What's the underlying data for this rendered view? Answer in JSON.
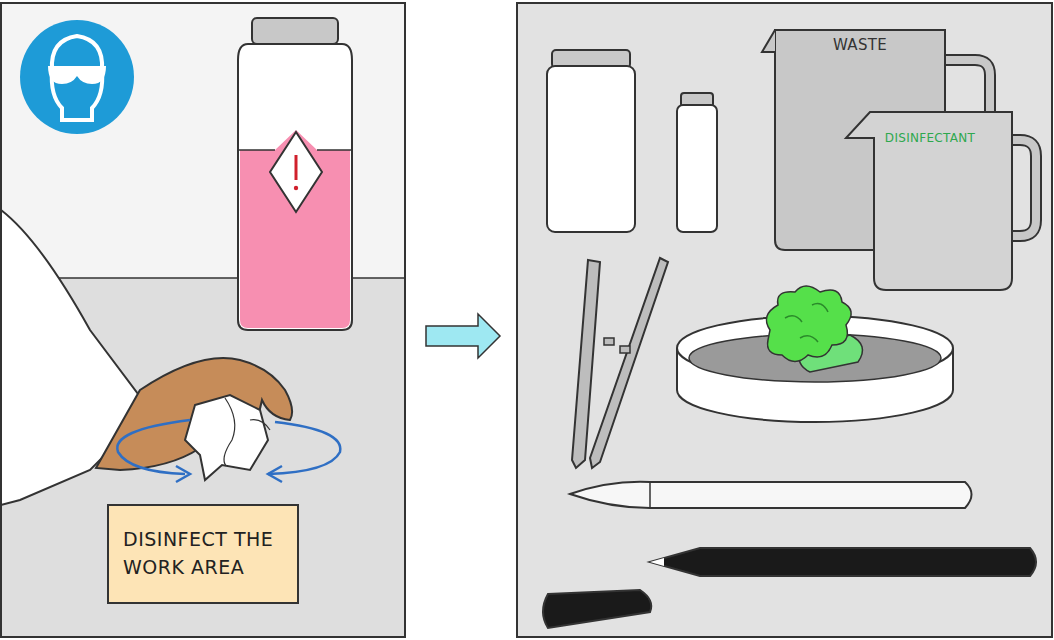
{
  "diagram": {
    "nodes": [
      {
        "text": [
          "DISINFECT THE WORK AREA"
        ]
      }
    ],
    "labels": [
      "WASTE",
      "DISINFECTANT"
    ]
  }
}
